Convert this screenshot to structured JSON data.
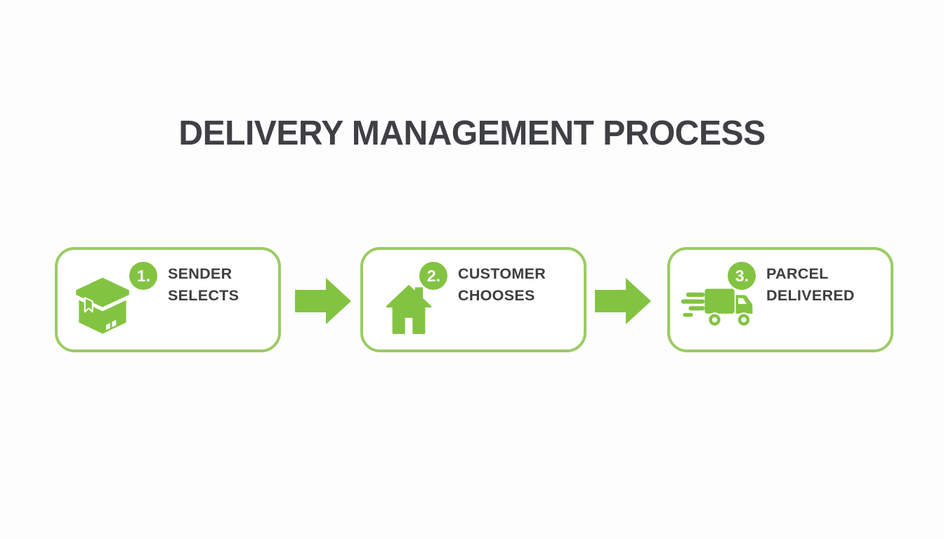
{
  "title": "DELIVERY MANAGEMENT PROCESS",
  "colors": {
    "green": "#83c342",
    "border_green": "#9bcb63",
    "text_dark": "#3d3e40",
    "title": "#3e4043",
    "background": "#fdfdfd"
  },
  "steps": [
    {
      "number": "1.",
      "label_line1": "SENDER",
      "label_line2": "SELECTS",
      "icon": "package-icon"
    },
    {
      "number": "2.",
      "label_line1": "CUSTOMER",
      "label_line2": "CHOOSES",
      "icon": "house-icon"
    },
    {
      "number": "3.",
      "label_line1": "PARCEL",
      "label_line2": "DELIVERED",
      "icon": "truck-icon"
    }
  ],
  "connectors": [
    {
      "icon": "arrow-right-icon"
    },
    {
      "icon": "arrow-right-icon"
    }
  ]
}
